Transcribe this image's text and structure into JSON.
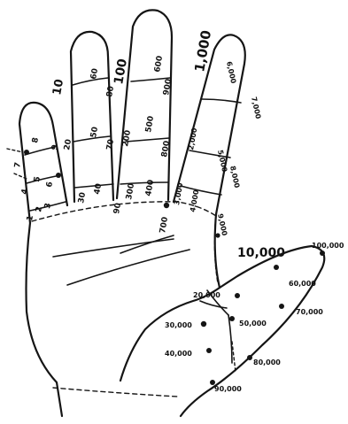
{
  "finger_labels": {
    "little": [
      "1",
      "2",
      "3",
      "4",
      "5",
      "6",
      "7",
      "8",
      "9"
    ],
    "ring": [
      "10",
      "20",
      "30",
      "40",
      "50",
      "60",
      "70",
      "80",
      "90"
    ],
    "middle": [
      "100",
      "200",
      "300",
      "400",
      "500",
      "600",
      "700",
      "800",
      "900"
    ],
    "index": [
      "1,000",
      "2,000",
      "3,000",
      "4,000",
      "5,000",
      "6,000",
      "7,000",
      "8,000",
      "9,000"
    ]
  },
  "thumb_labels": [
    "10,000",
    "20,000",
    "30,000",
    "40,000",
    "50,000",
    "60,000",
    "70,000",
    "80,000",
    "90,000",
    "100,000"
  ],
  "colors": {
    "ink": "#151515",
    "paper": "#ffffff"
  }
}
